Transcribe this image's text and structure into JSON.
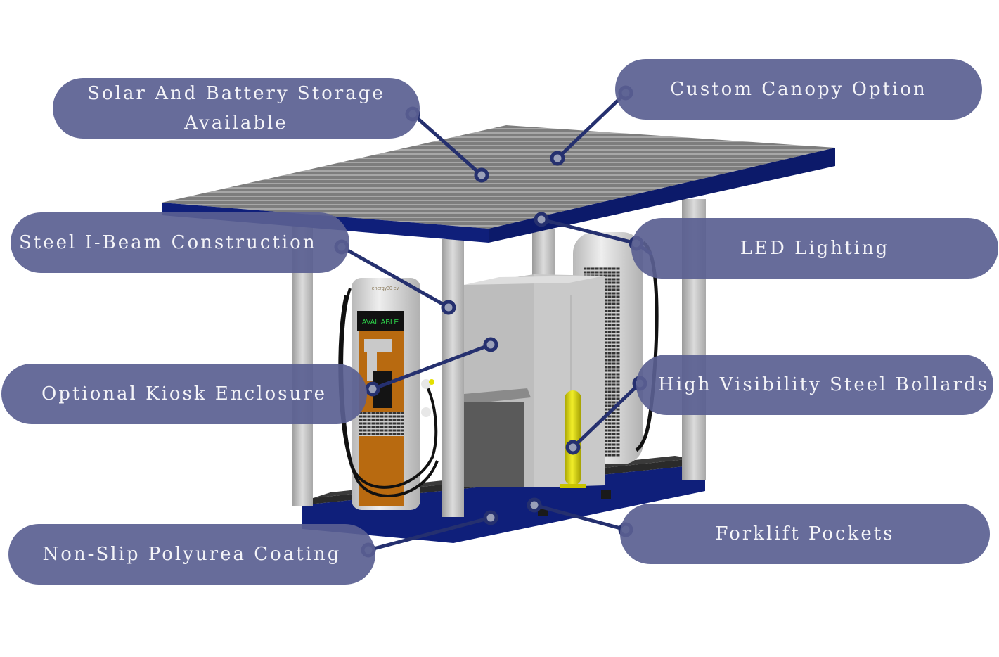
{
  "diagram": {
    "subject": "EV charging station module",
    "colors": {
      "pill_fill": "#5f6593",
      "pill_text": "#f4f4f8",
      "connector_line": "#25306f",
      "canopy_blue": "#0f1f7a",
      "solar_panel_gray": "#8a8a8a",
      "charger_orange": "#b86a10",
      "bollard_yellow": "#e4e000",
      "cabinet_gray": "#c9c9c9"
    },
    "charger_display_text": "AVAILABLE",
    "charger_brand_text": "energy30 ev",
    "callouts": [
      {
        "id": "solar",
        "line1": "Solar And Battery Storage",
        "line2": "Available"
      },
      {
        "id": "canopy",
        "line1": "Custom Canopy Option",
        "line2": ""
      },
      {
        "id": "ibeam",
        "line1": "Steel I-Beam Construction",
        "line2": ""
      },
      {
        "id": "led",
        "line1": "LED Lighting",
        "line2": ""
      },
      {
        "id": "kiosk",
        "line1": "Optional Kiosk Enclosure",
        "line2": ""
      },
      {
        "id": "bollards",
        "line1": "High Visibility Steel Bollards",
        "line2": ""
      },
      {
        "id": "coating",
        "line1": "Non-Slip Polyurea Coating",
        "line2": ""
      },
      {
        "id": "forklift",
        "line1": "Forklift Pockets",
        "line2": ""
      }
    ]
  }
}
